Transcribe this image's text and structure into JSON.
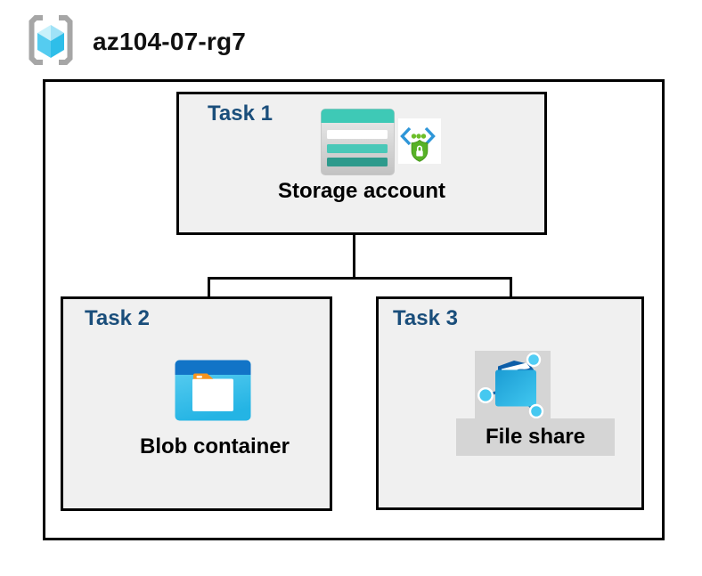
{
  "header": {
    "resource_group_name": "az104-07-rg7",
    "resource_group_icon": "resource-group-icon"
  },
  "colors": {
    "task_label_navy": "#1a4e7b",
    "box_fill_gray": "#f0f0f0",
    "border_black": "#000000",
    "fileshare_highlight_gray": "#d5d5d5",
    "storage_teal": "#3ec9b6",
    "storage_teal_mid": "#4ac8b8",
    "storage_teal_dark": "#2d9a8c",
    "blob_topbar_blue": "#1274c7",
    "blob_body_cyan": "#3fc3eb",
    "blob_tab_orange": "#f7941e",
    "fileshare_folder_cyan": "#2bb0e2",
    "fileshare_flap_navy": "#0d5ea8",
    "fileshare_node_blue": "#45c8f0",
    "sas_chevron_blue": "#2e96d8",
    "sas_dot_green": "#6cbe28",
    "sas_shield_green": "#57b226",
    "rg_bracket_gray": "#a6a6a6",
    "rg_cube_cyan": "#45c6ec"
  },
  "diagram": {
    "tasks": [
      {
        "label": "Task 1",
        "resource": "Storage account",
        "icons": [
          "storage-account-icon",
          "code-shield-lock-icon"
        ]
      },
      {
        "label": "Task 2",
        "resource": "Blob container",
        "icons": [
          "blob-container-icon"
        ]
      },
      {
        "label": "Task 3",
        "resource": "File share",
        "icons": [
          "file-share-icon"
        ]
      }
    ],
    "connections": [
      {
        "from": "Storage account",
        "to": "Blob container"
      },
      {
        "from": "Storage account",
        "to": "File share"
      }
    ]
  }
}
